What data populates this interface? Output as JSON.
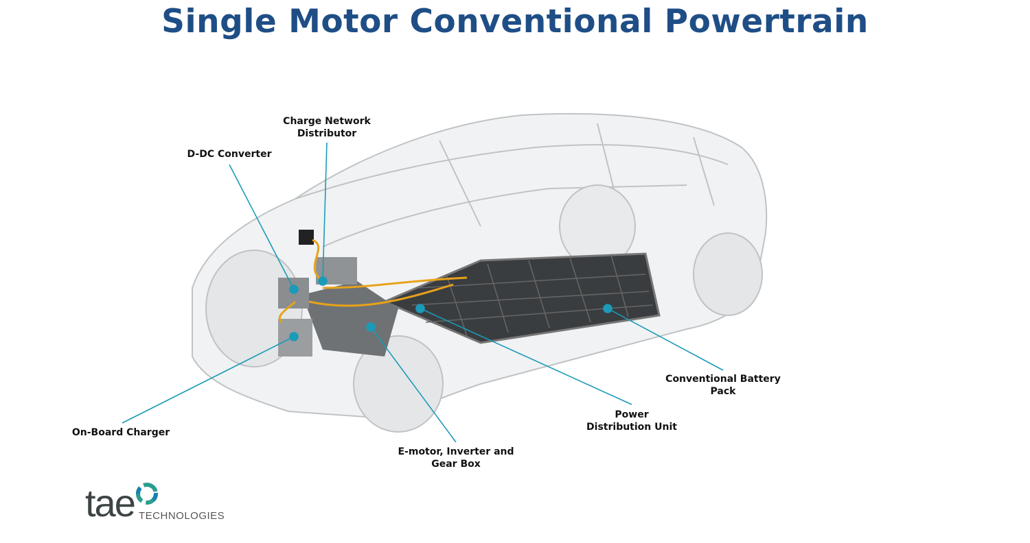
{
  "title": "Single Motor Conventional Powertrain",
  "colors": {
    "title": "#1f4e86",
    "callout": "#1a9bb8",
    "cable": "#e8a21a"
  },
  "callouts": [
    {
      "id": "charge-network-distributor",
      "lines": [
        "Charge Network",
        "Distributor"
      ]
    },
    {
      "id": "dc-dc-converter",
      "lines": [
        "D-DC Converter"
      ]
    },
    {
      "id": "on-board-charger",
      "lines": [
        "On-Board Charger"
      ]
    },
    {
      "id": "emotor-inverter-gearbox",
      "lines": [
        "E-motor, Inverter and",
        "Gear Box"
      ]
    },
    {
      "id": "power-distribution-unit",
      "lines": [
        "Power",
        "Distribution Unit"
      ]
    },
    {
      "id": "conventional-battery-pack",
      "lines": [
        "Conventional Battery",
        "Pack"
      ]
    }
  ],
  "logo": {
    "wordmark": "tae",
    "subtitle": "TECHNOLOGIES"
  }
}
